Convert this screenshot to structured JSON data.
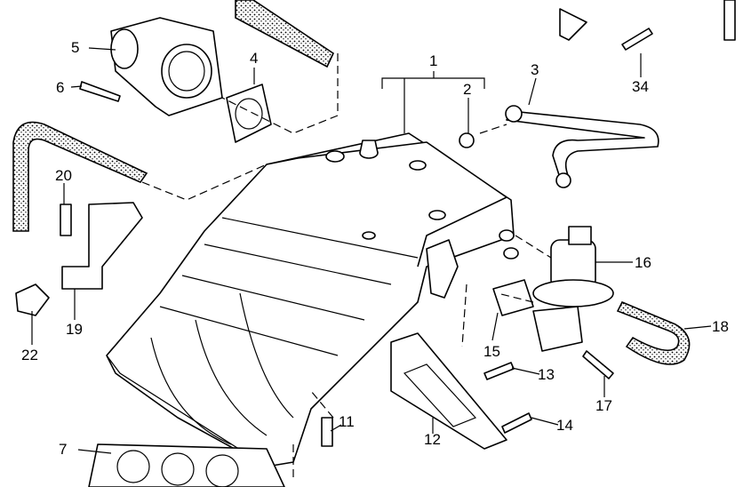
{
  "diagram": {
    "callouts": [
      "1",
      "2",
      "3",
      "4",
      "5",
      "6",
      "7",
      "11",
      "12",
      "13",
      "14",
      "15",
      "16",
      "17",
      "18",
      "19",
      "20",
      "22",
      "34"
    ],
    "colors": {
      "line": "#000000",
      "background": "#ffffff"
    }
  }
}
